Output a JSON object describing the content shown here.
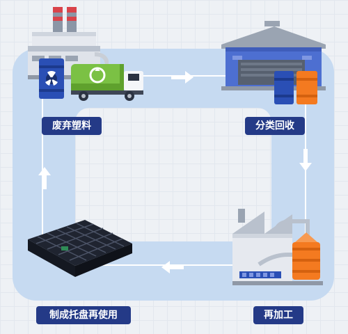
{
  "stages": {
    "waste": {
      "label": "废弃塑料"
    },
    "sort": {
      "label": "分类回收"
    },
    "process": {
      "label": "再加工"
    },
    "reuse": {
      "label": "制成托盘再使用"
    }
  },
  "icons": {
    "factory": "factory-icon",
    "barrel": "radioactive-barrel-icon",
    "truck": "recycling-truck-icon",
    "warehouse": "warehouse-icon",
    "plant": "processing-plant-icon",
    "pallet": "plastic-pallet-icon",
    "arrow": "arrow-icon"
  },
  "colors": {
    "label_bg": "#243a87",
    "loop": "#c6daf1",
    "truck_green": "#7bc144",
    "warehouse_blue": "#4d6fd1",
    "barrel_orange": "#f47a20",
    "barrel_blue": "#2a4fb5"
  }
}
